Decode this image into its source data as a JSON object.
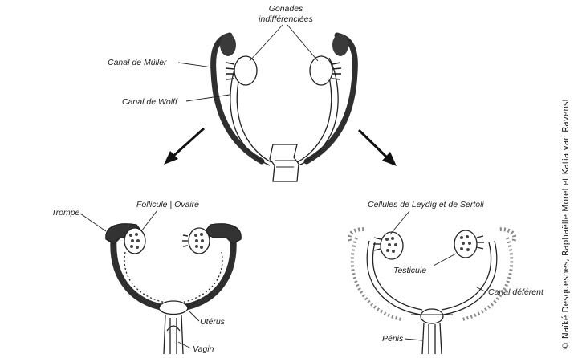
{
  "labels": {
    "gonades_line1": "Gonades",
    "gonades_line2": "indifférenciées",
    "canal_muller": "Canal de Müller",
    "canal_wolff": "Canal de Wolff",
    "follicule_ovaire": "Follicule | Ovaire",
    "trompe": "Trompe",
    "uterus": "Utérus",
    "vagin": "Vagin",
    "cellules": "Cellules de Leydig et de Sertoli",
    "testicule": "Testicule",
    "canal_deferent": "Canal déférent",
    "penis": "Pénis"
  },
  "credit": "© Naïké Desquesnes, Raphaëlle Morel et Katia van Ravenst",
  "colors": {
    "ink": "#222222",
    "muller": "#3a3a3a",
    "faded": "#8a8a8a"
  }
}
